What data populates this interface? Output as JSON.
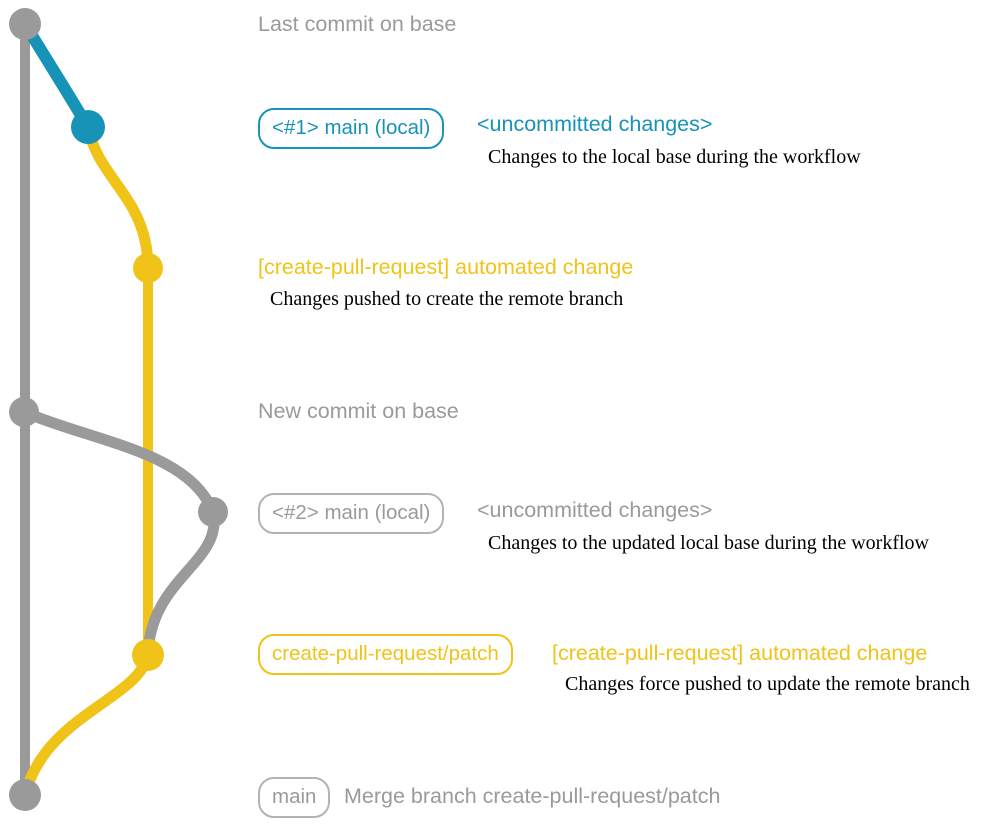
{
  "colors": {
    "gray": "#9a9a9a",
    "teal": "#1793b8",
    "yellow": "#f0c319",
    "description_text": "#000000"
  },
  "graph": {
    "branch_names": [
      "base",
      "main (local)",
      "create-pull-request/patch"
    ],
    "node_names": [
      "last-commit-on-base",
      "main-local-1-commit",
      "automated-change-commit-1",
      "new-commit-on-base",
      "main-local-2-commit",
      "automated-change-commit-2",
      "merge-commit"
    ]
  },
  "annotations": {
    "last_commit": {
      "label": "Last commit on base"
    },
    "main_1": {
      "badge": "<#1> main (local)",
      "status": "<uncommitted changes>",
      "description": "Changes to the local base during the workflow"
    },
    "push_1": {
      "title": "[create-pull-request] automated change",
      "description": "Changes pushed to create the remote branch"
    },
    "new_commit": {
      "label": "New commit on base"
    },
    "main_2": {
      "badge": "<#2> main (local)",
      "status": "<uncommitted changes>",
      "description": "Changes to the updated local base during the workflow"
    },
    "patch": {
      "badge": "create-pull-request/patch",
      "title": "[create-pull-request] automated change",
      "description": "Changes force pushed to update the remote branch"
    },
    "merge": {
      "badge": "main",
      "label": "Merge branch create-pull-request/patch"
    }
  }
}
